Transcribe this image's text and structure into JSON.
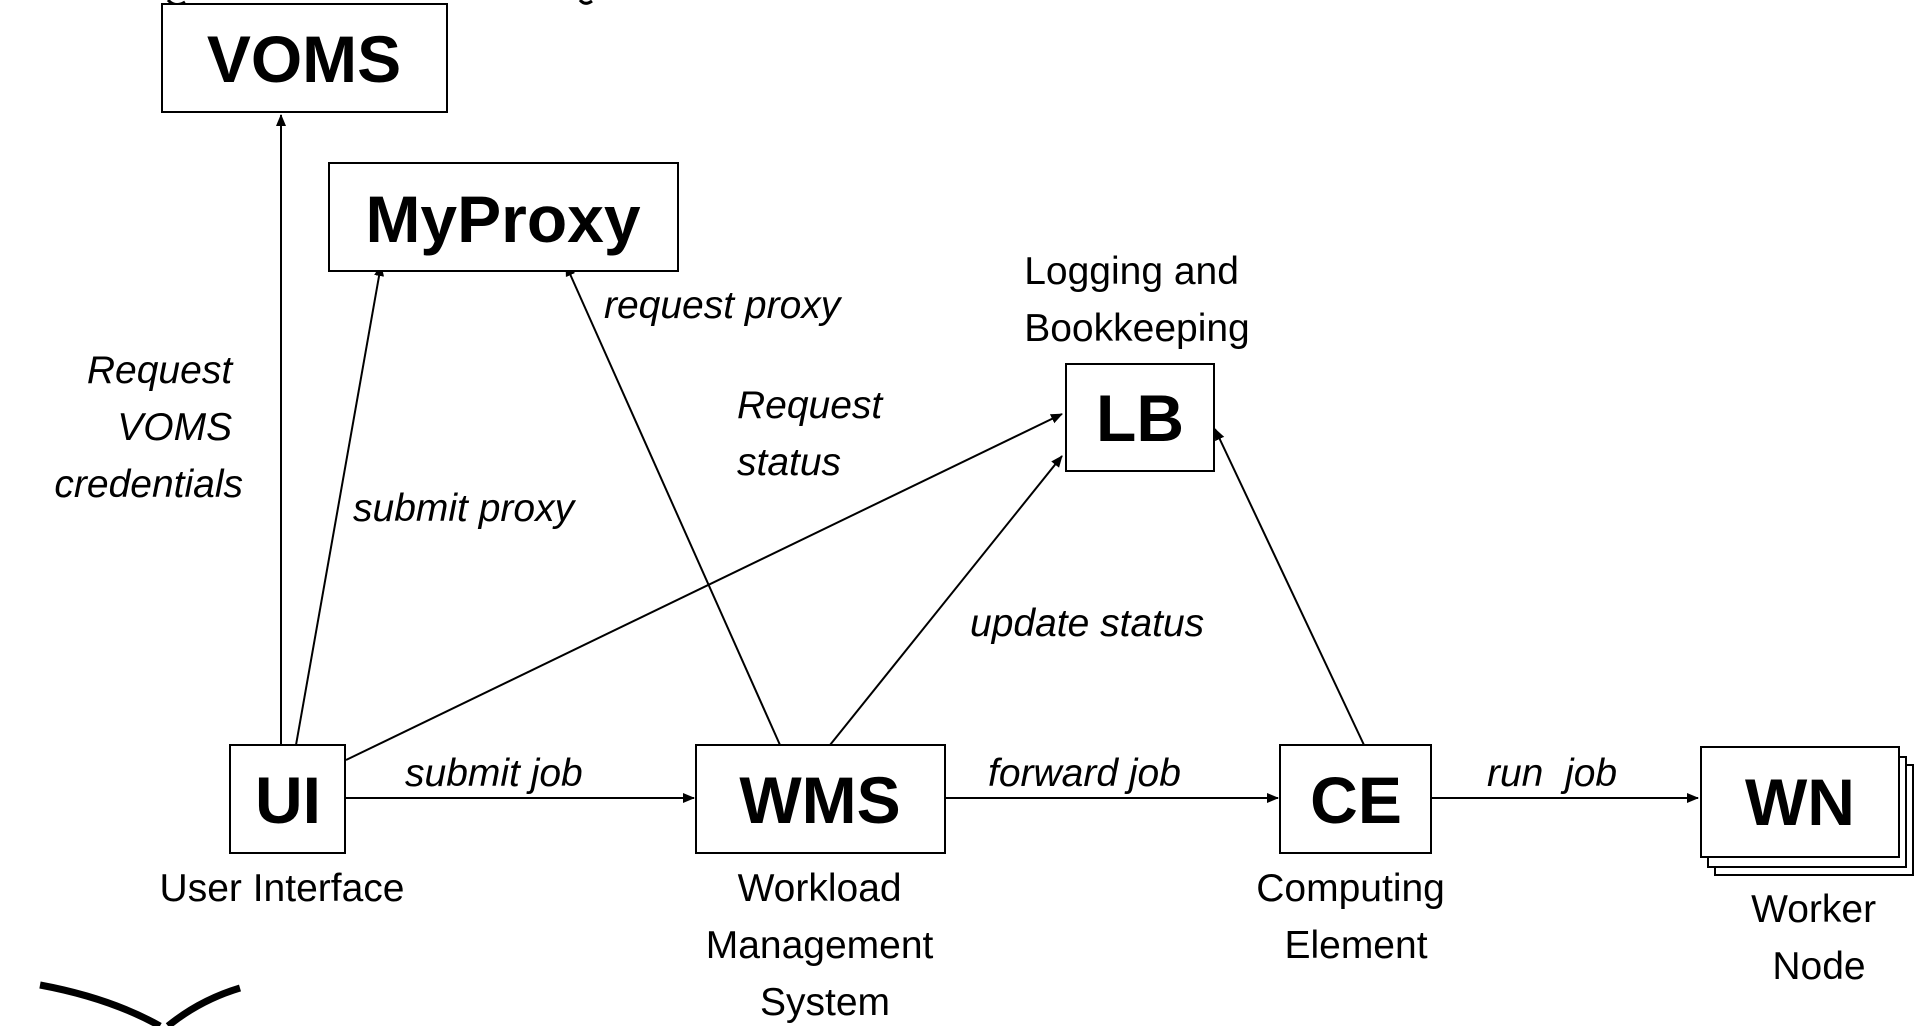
{
  "nodes": {
    "voms": {
      "label": "VOMS"
    },
    "myproxy": {
      "label": "MyProxy"
    },
    "lb": {
      "label": "LB",
      "caption": [
        "Logging and",
        "Bookkeeping"
      ]
    },
    "ui": {
      "label": "UI",
      "caption": [
        "User Interface"
      ]
    },
    "wms": {
      "label": "WMS",
      "caption": [
        "Workload",
        "Management",
        "System"
      ]
    },
    "ce": {
      "label": "CE",
      "caption": [
        "Computing",
        "Element"
      ]
    },
    "wn": {
      "label": "WN",
      "caption": [
        "Worker",
        "Node"
      ]
    }
  },
  "edges": {
    "request_voms": [
      "Request",
      "VOMS",
      "credentials"
    ],
    "submit_proxy": "submit proxy",
    "request_proxy": "request proxy",
    "request_status": [
      "Request",
      "status"
    ],
    "update_status": "update status",
    "submit_job": "submit job",
    "forward_job": "forward job",
    "run_job": "run  job"
  }
}
